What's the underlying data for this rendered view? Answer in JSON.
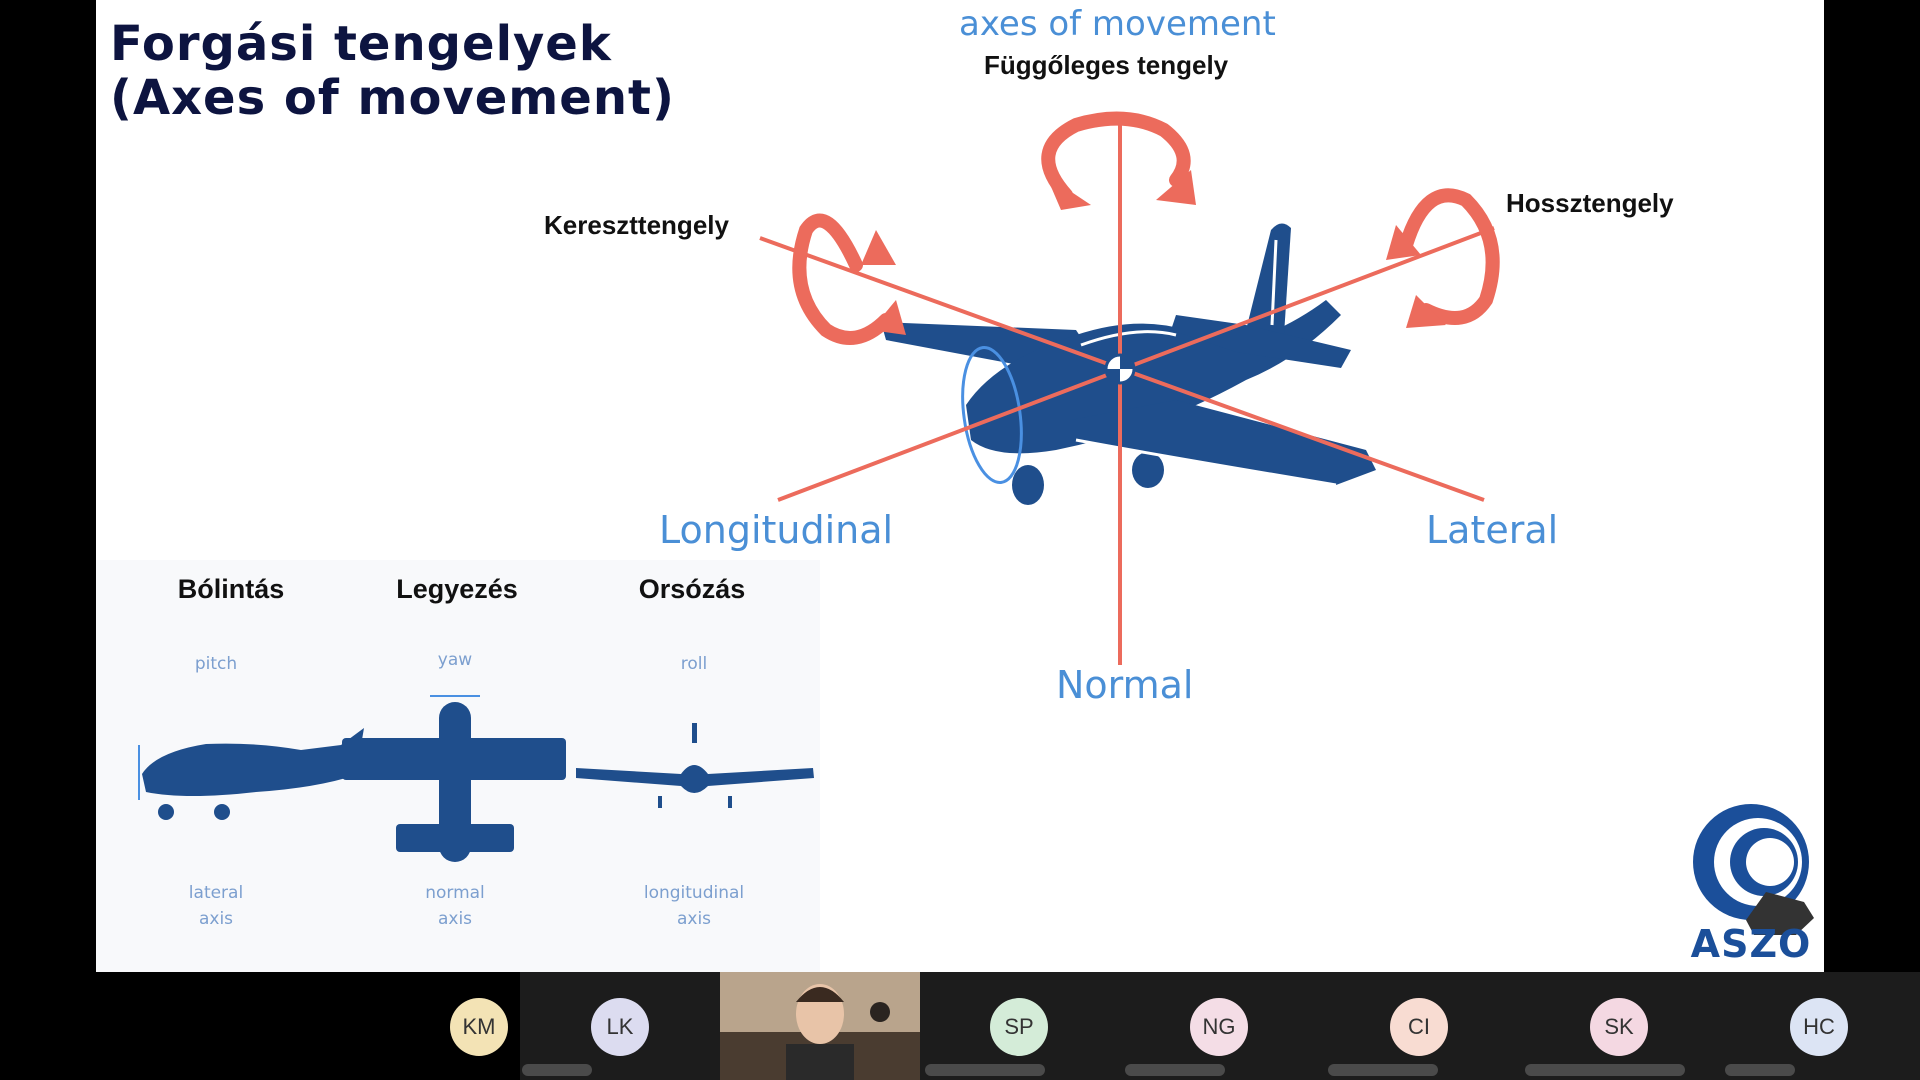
{
  "slide": {
    "title_line1": "Forgási tengelyek",
    "title_line2": "(Axes of movement)",
    "diagram": {
      "heading": "axes of movement",
      "vertical_axis_hu": "Függőleges tengely",
      "lateral_axis_hu": "Kereszttengely",
      "longitudinal_axis_hu": "Hossztengely",
      "longitudinal_en": "Longitudinal",
      "lateral_en": "Lateral",
      "normal_en": "Normal"
    },
    "mini_panel": {
      "pitch": {
        "heading": "Bólintás",
        "motion": "pitch",
        "axis_line1": "lateral",
        "axis_line2": "axis"
      },
      "yaw": {
        "heading": "Legyezés",
        "motion": "yaw",
        "axis_line1": "normal",
        "axis_line2": "axis"
      },
      "roll": {
        "heading": "Orsózás",
        "motion": "roll",
        "axis_line1": "longitudinal",
        "axis_line2": "axis"
      }
    },
    "logo_text": "ASZO"
  },
  "participants": [
    {
      "initials": "KM",
      "color": "#f3e3b5"
    },
    {
      "initials": "LK",
      "color": "#dcdcf0"
    },
    {
      "initials": "video",
      "color": "#6a5442"
    },
    {
      "initials": "SP",
      "color": "#d4ecd8"
    },
    {
      "initials": "NG",
      "color": "#f4dde6"
    },
    {
      "initials": "CI",
      "color": "#f8dcd2"
    },
    {
      "initials": "SK",
      "color": "#f4d8e2"
    },
    {
      "initials": "HC",
      "color": "#dce4f4"
    }
  ],
  "colors": {
    "plane": "#1f4e8c",
    "axis": "#ec6b5c",
    "axis_label": "#4a8fd6",
    "title": "#0d1440"
  }
}
